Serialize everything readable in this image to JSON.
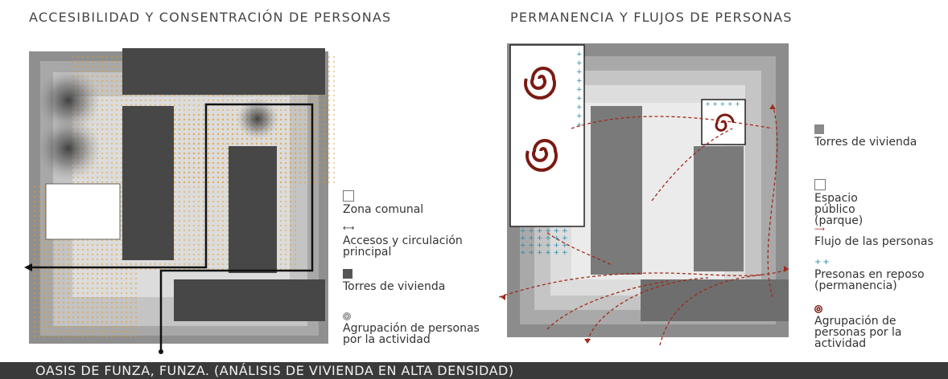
{
  "left_panel": {
    "title": "ACCESIBILIDAD Y CONSENTRACIÓN DE PERSONAS",
    "legend": [
      {
        "label": "Zona comunal",
        "symbol": "white-square"
      },
      {
        "label": "Accesos y circulación principal",
        "symbol": "black-line"
      },
      {
        "label": "Torres de vivienda",
        "symbol": "dark-square"
      },
      {
        "label": "Agrupación de personas por la actividad",
        "symbol": "gray-spiral"
      }
    ]
  },
  "right_panel": {
    "title": "PERMANENCIA Y FLUJOS DE PERSONAS",
    "legend": [
      {
        "label": "Torres de vivienda",
        "symbol": "gray-square"
      },
      {
        "label": "Espacio público (parque)",
        "symbol": "white-square"
      },
      {
        "label": "Flujo de las personas",
        "symbol": "red-dashed-arrow"
      },
      {
        "label": "Presonas en reposo (permanencia)",
        "symbol": "blue-plus"
      },
      {
        "label": "Agrupación de personas por la actividad",
        "symbol": "red-spiral"
      }
    ]
  },
  "footer": {
    "caption": "OASIS DE FUNZA, FUNZA. (ANÁLISIS DE VIVIENDA EN ALTA DENSIDAD)"
  },
  "colors": {
    "tower": "#474747",
    "orange_dots": "#e39a24",
    "flow": "#a02a1a",
    "spiral": "#7a1a12",
    "rest": "#2a8aa8"
  }
}
